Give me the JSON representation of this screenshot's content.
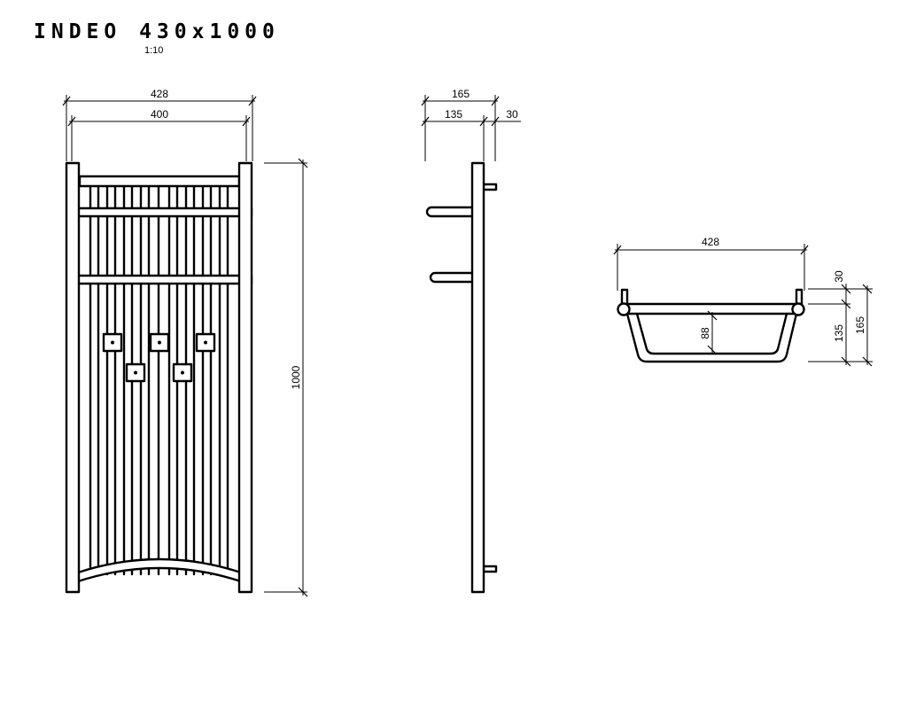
{
  "title": "INDEO 430x1000",
  "scale": "1:10",
  "front_view": {
    "dim_outer_width": "428",
    "dim_inner_width": "400",
    "dim_height": "1000"
  },
  "side_view": {
    "dim_total_depth": "165",
    "dim_depth": "135",
    "dim_offset": "30"
  },
  "top_view": {
    "dim_width": "428",
    "dim_bow": "88",
    "dim_top": "30",
    "dim_body": "135",
    "dim_total": "165"
  }
}
